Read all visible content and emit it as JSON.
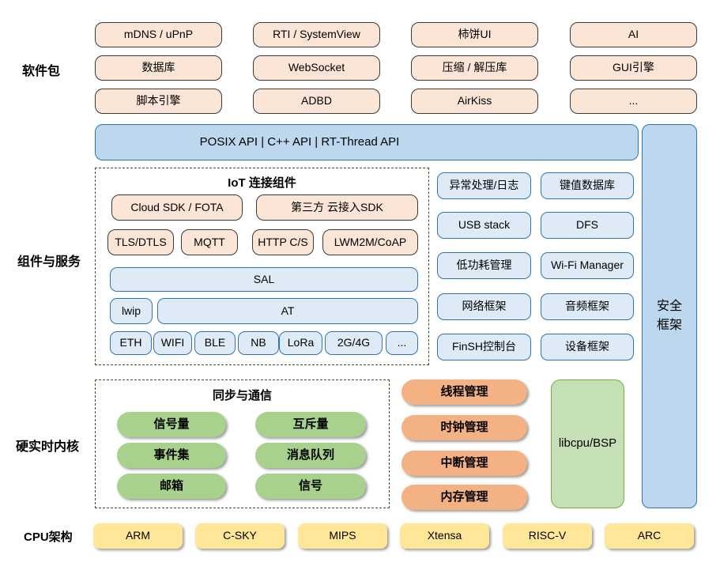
{
  "colors": {
    "peach_fill": "#FBE5D6",
    "blue_dark_fill": "#BDD7EE",
    "blue_light_fill": "#DEEBF7",
    "blue_border": "#2E74B5",
    "green_pill": "#A9D18E",
    "green_big_fill": "#C5E0B4",
    "green_big_border": "#70AD47",
    "orange_pill": "#F4B183",
    "yellow_box": "#FFE699",
    "dash_border": "#375623"
  },
  "sidebar": {
    "software": "软件包",
    "components": "组件与服务",
    "kernel": "硬实时内核",
    "cpu": "CPU架构"
  },
  "packages": [
    "mDNS / uPnP",
    "RTI / SystemView",
    "柿饼UI",
    "AI",
    "数据库",
    "WebSocket",
    "压缩 / 解压库",
    "GUI引擎",
    "脚本引擎",
    "ADBD",
    "AirKiss",
    "..."
  ],
  "api_bar": {
    "label": "POSIX API   |   C++ API   |   RT-Thread API"
  },
  "security": {
    "line1": "安全",
    "line2": "框架"
  },
  "iot": {
    "title": "IoT 连接组件",
    "cloud_sdk": "Cloud SDK / FOTA",
    "third_party": "第三方 云接入SDK",
    "protocols": [
      "TLS/DTLS",
      "MQTT",
      "HTTP C/S",
      "LWM2M/CoAP"
    ],
    "sal": "SAL",
    "lwip": "lwip",
    "at": "AT",
    "links": [
      "ETH",
      "WIFI",
      "BLE",
      "NB",
      "LoRa",
      "2G/4G",
      "..."
    ]
  },
  "services": [
    "异常处理/日志",
    "键值数据库",
    "USB stack",
    "DFS",
    "低功耗管理",
    "Wi-Fi Manager",
    "网络框架",
    "音频框架",
    "FinSH控制台",
    "设备框架"
  ],
  "sync": {
    "title": "同步与通信",
    "items": [
      "信号量",
      "互斥量",
      "事件集",
      "消息队列",
      "邮箱",
      "信号"
    ]
  },
  "kernel_mgmt": [
    "线程管理",
    "时钟管理",
    "中断管理",
    "内存管理"
  ],
  "libcpu": "libcpu/BSP",
  "cpu_archs": [
    "ARM",
    "C-SKY",
    "MIPS",
    "Xtensa",
    "RISC-V",
    "ARC"
  ]
}
